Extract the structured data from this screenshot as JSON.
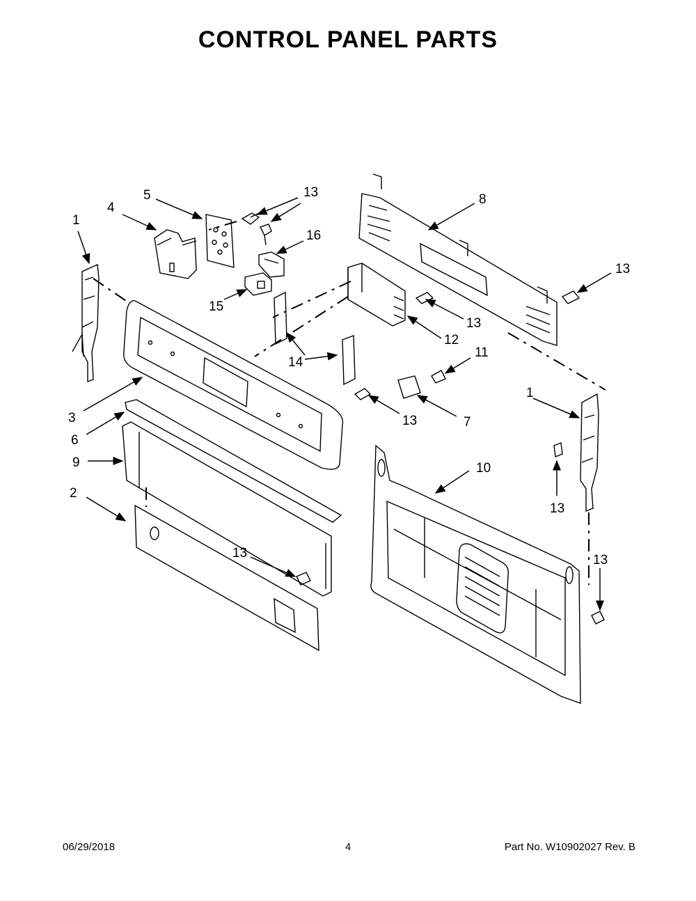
{
  "title": "CONTROL PANEL PARTS",
  "footer": {
    "date": "06/29/2018",
    "page": "4",
    "part": "Part No.  W10902027  Rev.  B"
  },
  "callouts": {
    "c1a": "1",
    "c4": "4",
    "c5": "5",
    "c13a": "13",
    "c16": "16",
    "c15": "15",
    "c8": "8",
    "c13b": "13",
    "c13c": "13",
    "c12": "12",
    "c14": "14",
    "c11": "11",
    "c3": "3",
    "c13d": "13",
    "c7": "7",
    "c6": "6",
    "c1b": "1",
    "c9": "9",
    "c10": "10",
    "c13e": "13",
    "c2": "2",
    "c13f": "13",
    "c13g": "13"
  }
}
